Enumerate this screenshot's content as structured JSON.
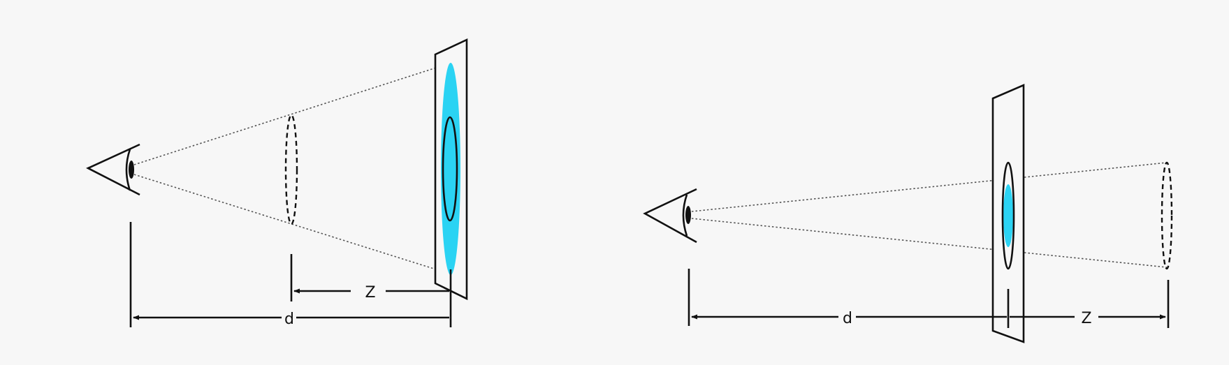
{
  "colors": {
    "background": "#f7f7f7",
    "line": "#111111",
    "highlight": "#2bd3f3"
  },
  "left_diagram": {
    "z_label": "Z",
    "d_label": "d"
  },
  "right_diagram": {
    "d_label": "d",
    "z_label": "Z"
  }
}
